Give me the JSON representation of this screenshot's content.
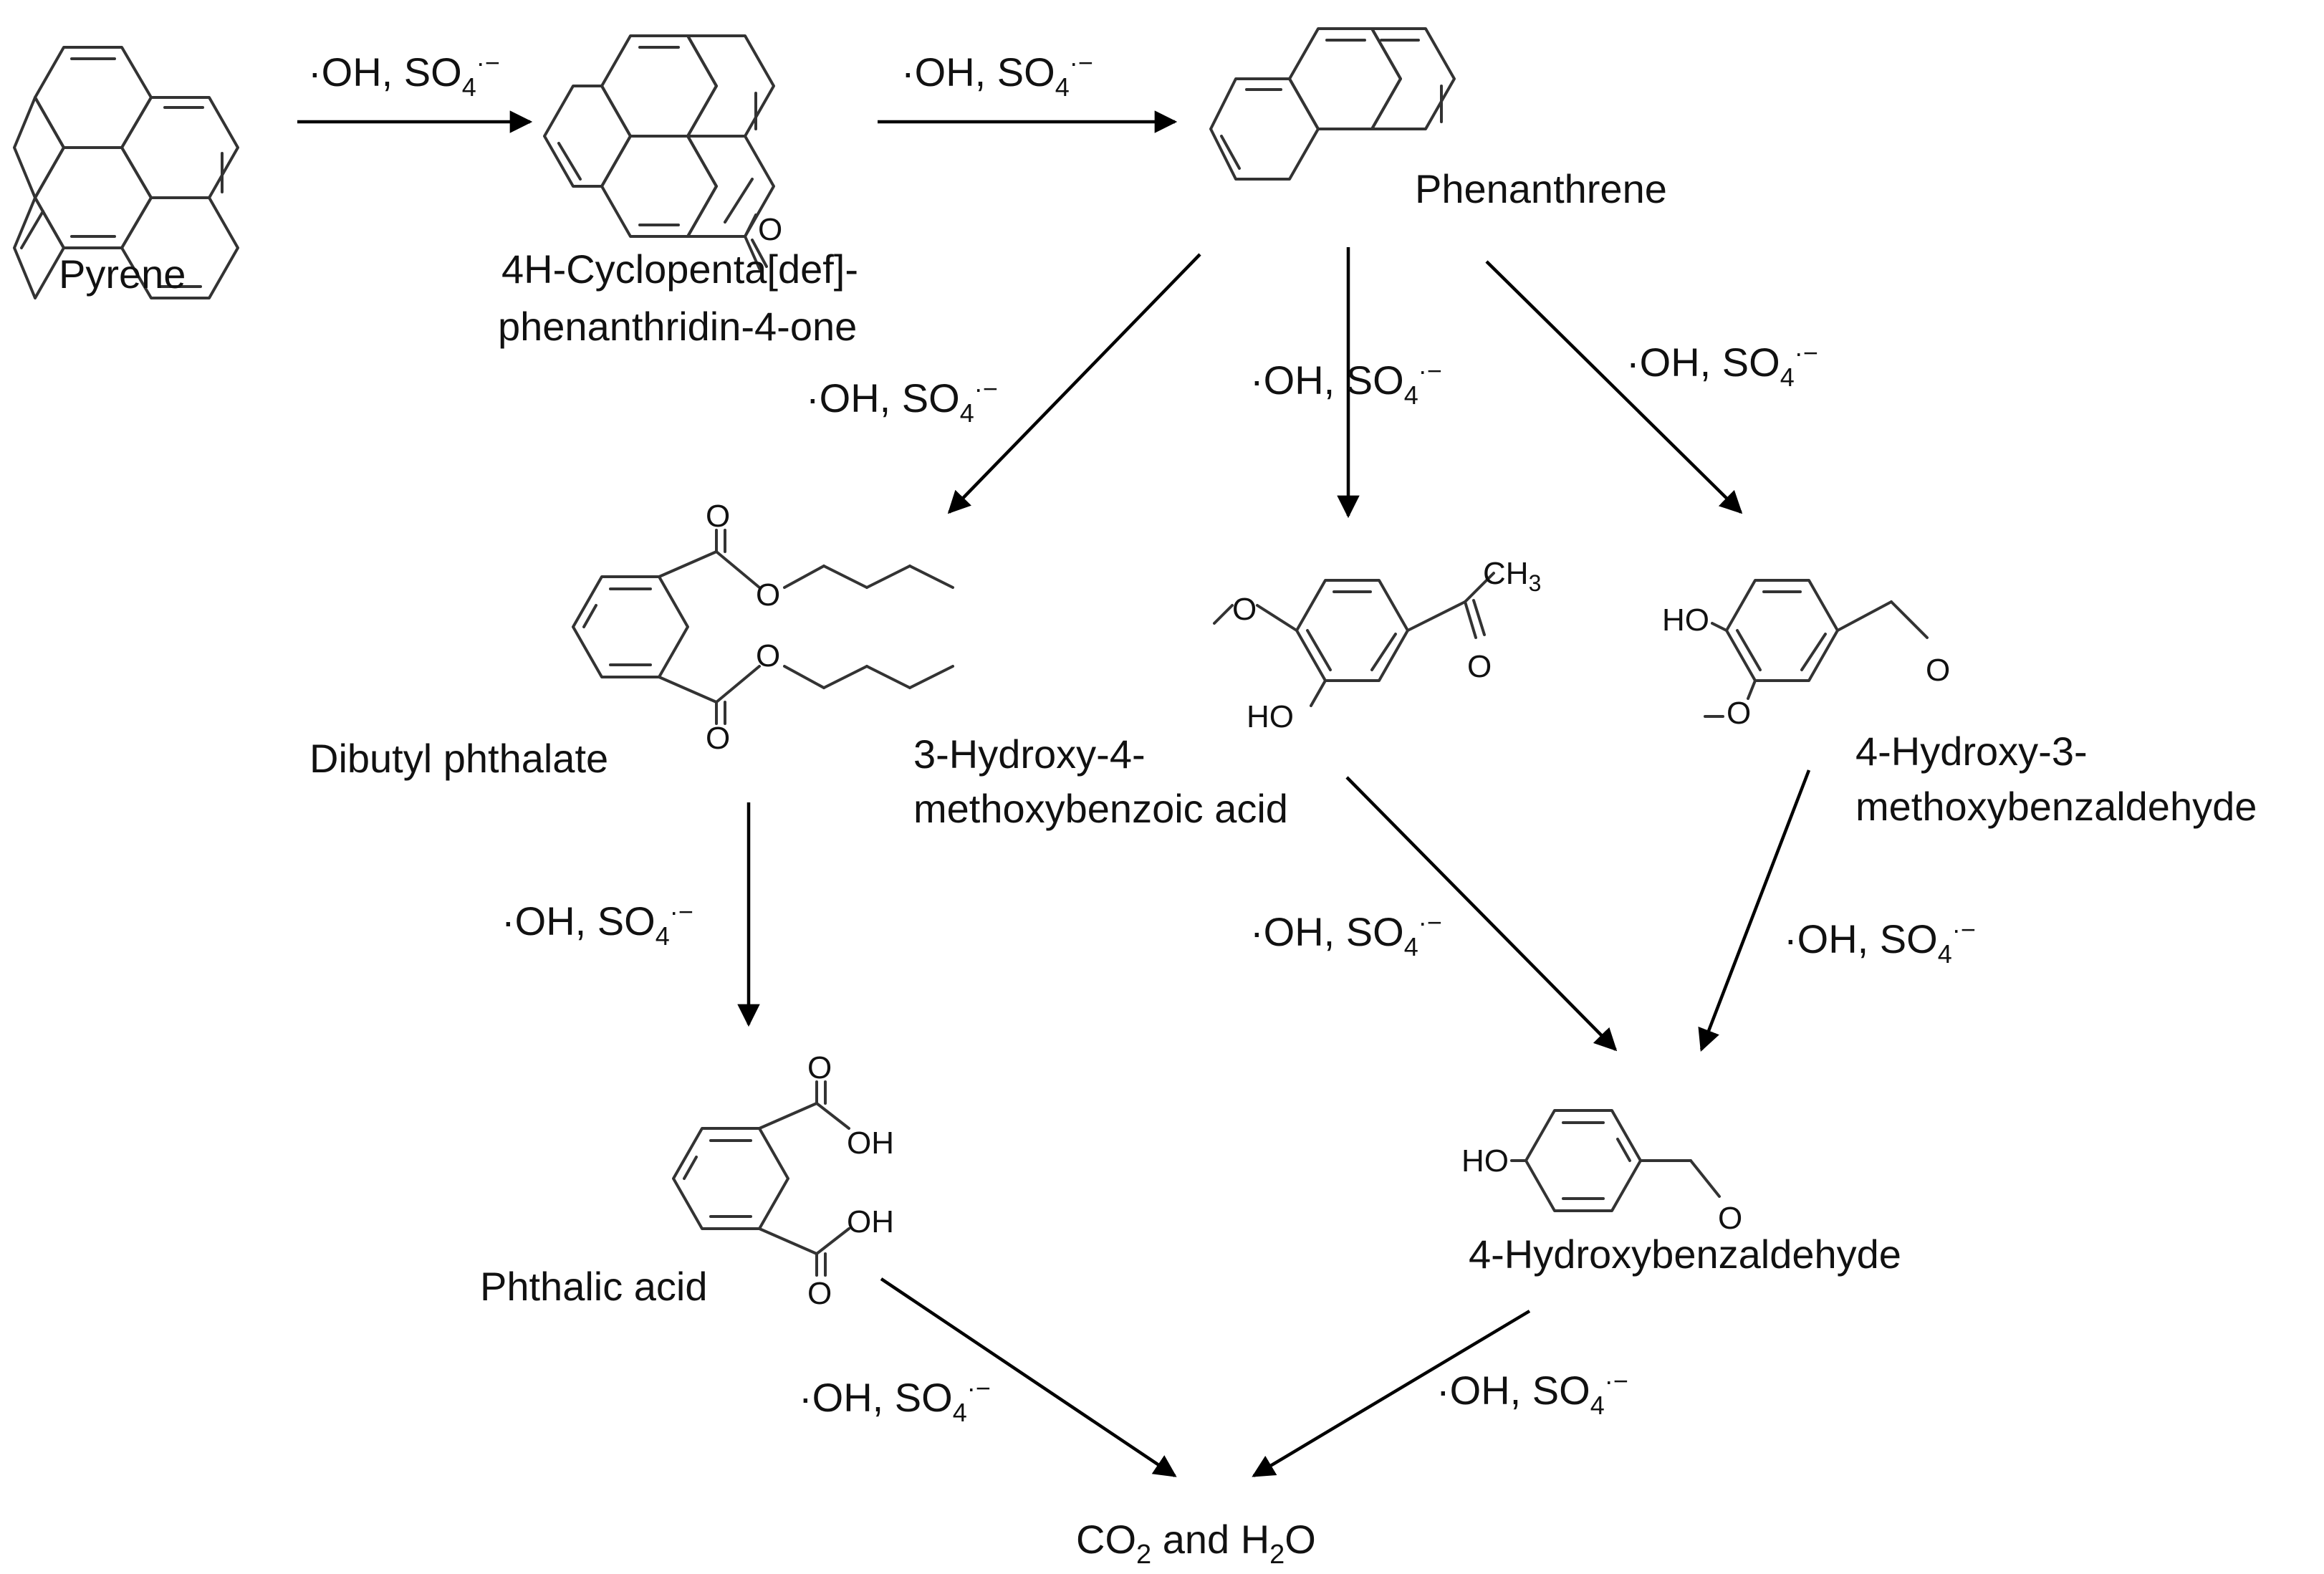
{
  "compounds": {
    "pyrene": "Pyrene",
    "cyclopenta_line1": "4H-Cyclopenta[def]-",
    "cyclopenta_line2": "phenanthridin-4-one",
    "phenanthrene": "Phenanthrene",
    "dibutyl": "Dibutyl phthalate",
    "hydroxy4_line1": "3-Hydroxy-4-",
    "hydroxy4_line2": "methoxybenzoic acid",
    "hydroxy3_line1": "4-Hydroxy-3-",
    "hydroxy3_line2": "methoxybenzaldehyde",
    "phthalic": "Phthalic acid",
    "hydroxybenz": "4-Hydroxybenzaldehyde",
    "final_co": "CO",
    "final_sub2": "2",
    "final_and": " and H",
    "final_sub2b": "2",
    "final_o": "O"
  },
  "reagent": {
    "oh": "·OH, SO",
    "sub": "4",
    "sup": "·−"
  },
  "atoms": {
    "o": "O",
    "oh": "OH",
    "ho": "HO",
    "ch": "CH",
    "three": "3"
  }
}
